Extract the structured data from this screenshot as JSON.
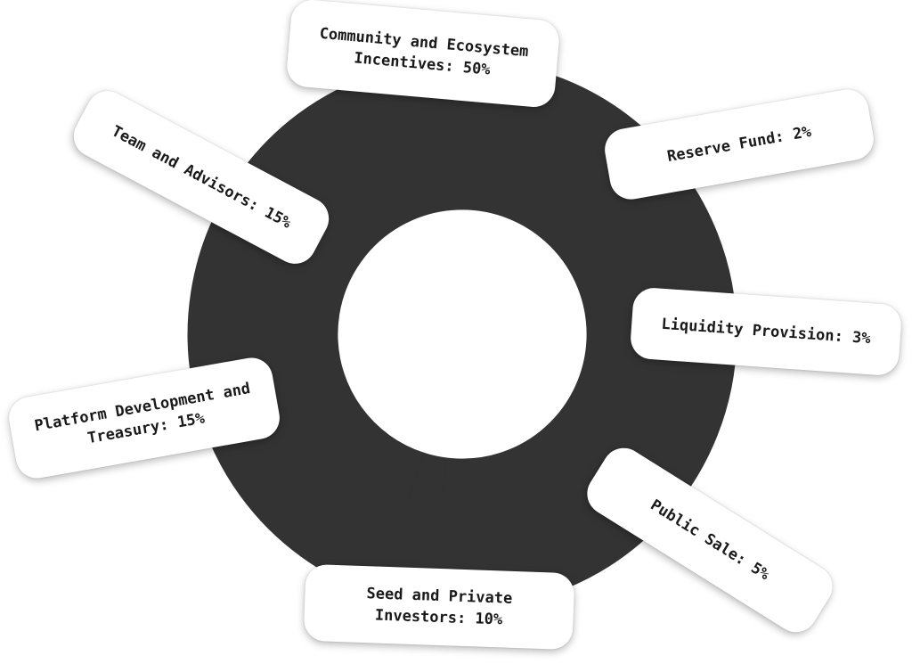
{
  "colors": {
    "ring": "#333333",
    "background": "#ffffff",
    "card": "#ffffff",
    "text": "#1a1a1a"
  },
  "chart_data": {
    "type": "pie",
    "style": "donut",
    "title": "",
    "legend": "none",
    "slices": [
      {
        "label": "Community and Ecosystem Incentives",
        "value": 50,
        "card_text": "Community and Ecosystem\nIncentives: 50%"
      },
      {
        "label": "Reserve Fund",
        "value": 2,
        "card_text": "Reserve Fund: 2%"
      },
      {
        "label": "Liquidity Provision",
        "value": 3,
        "card_text": "Liquidity Provision: 3%"
      },
      {
        "label": "Public Sale",
        "value": 5,
        "card_text": "Public Sale: 5%"
      },
      {
        "label": "Seed and Private Investors",
        "value": 10,
        "card_text": "Seed and Private\nInvestors: 10%"
      },
      {
        "label": "Platform Development and Treasury",
        "value": 15,
        "card_text": "Platform Development and\nTreasury: 15%"
      },
      {
        "label": "Team and Advisors",
        "value": 15,
        "card_text": "Team and Advisors: 15%"
      }
    ]
  }
}
